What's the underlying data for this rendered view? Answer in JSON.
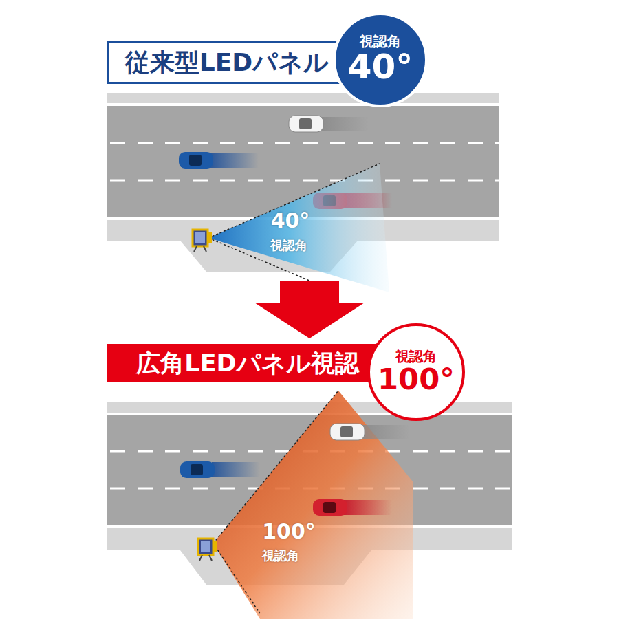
{
  "diagram": {
    "nodes": [
      {
        "text": [
          "従来型LEDパネル"
        ]
      },
      {
        "text": [
          "視認角",
          "40°"
        ]
      },
      {
        "text": [
          "広角LEDパネル視認"
        ]
      },
      {
        "text": [
          "視認角",
          "100°"
        ]
      }
    ],
    "labels": [
      "40°",
      "視認角",
      "100°",
      "視認角"
    ]
  }
}
